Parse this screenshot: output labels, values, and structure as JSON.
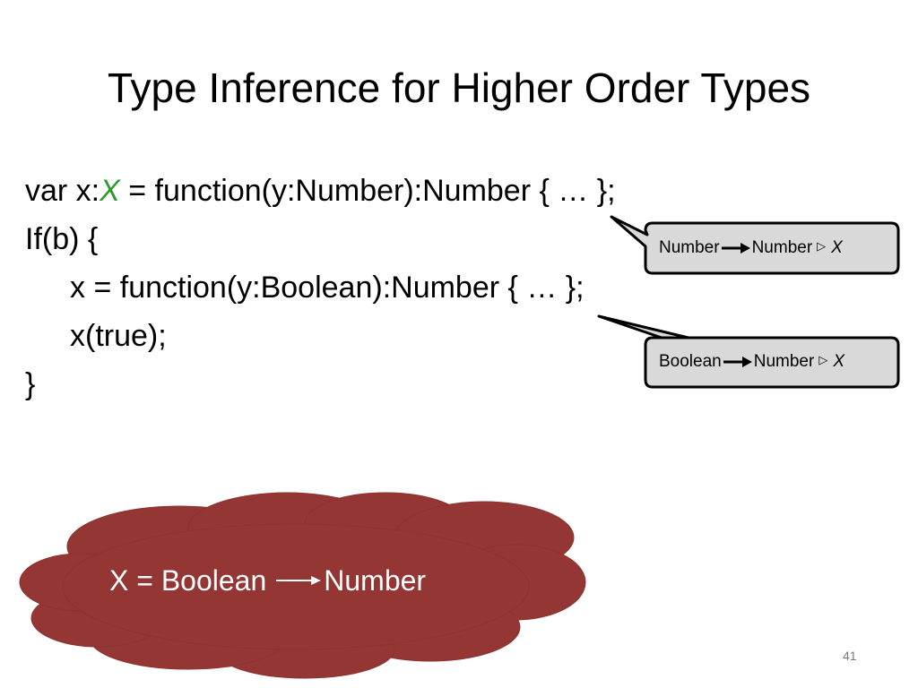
{
  "slide": {
    "title": "Type Inference for Higher Order Types",
    "page_number": "41"
  },
  "code": {
    "line1_prefix": "var x:",
    "line1_var": "X",
    "line1_suffix": " = function(y:Number):Number { … };",
    "line2": "If(b) {",
    "line3": "x = function(y:Boolean):Number { … };",
    "line4": "x(true);",
    "line5": "}"
  },
  "callouts": [
    {
      "from": "Number",
      "to": "Number",
      "rel": "▷",
      "var": "X"
    },
    {
      "from": "Boolean",
      "to": "Number",
      "rel": "▷",
      "var": "X"
    }
  ],
  "cloud": {
    "lhs": "X = Boolean",
    "rhs": "Number",
    "fill": "#943634"
  }
}
